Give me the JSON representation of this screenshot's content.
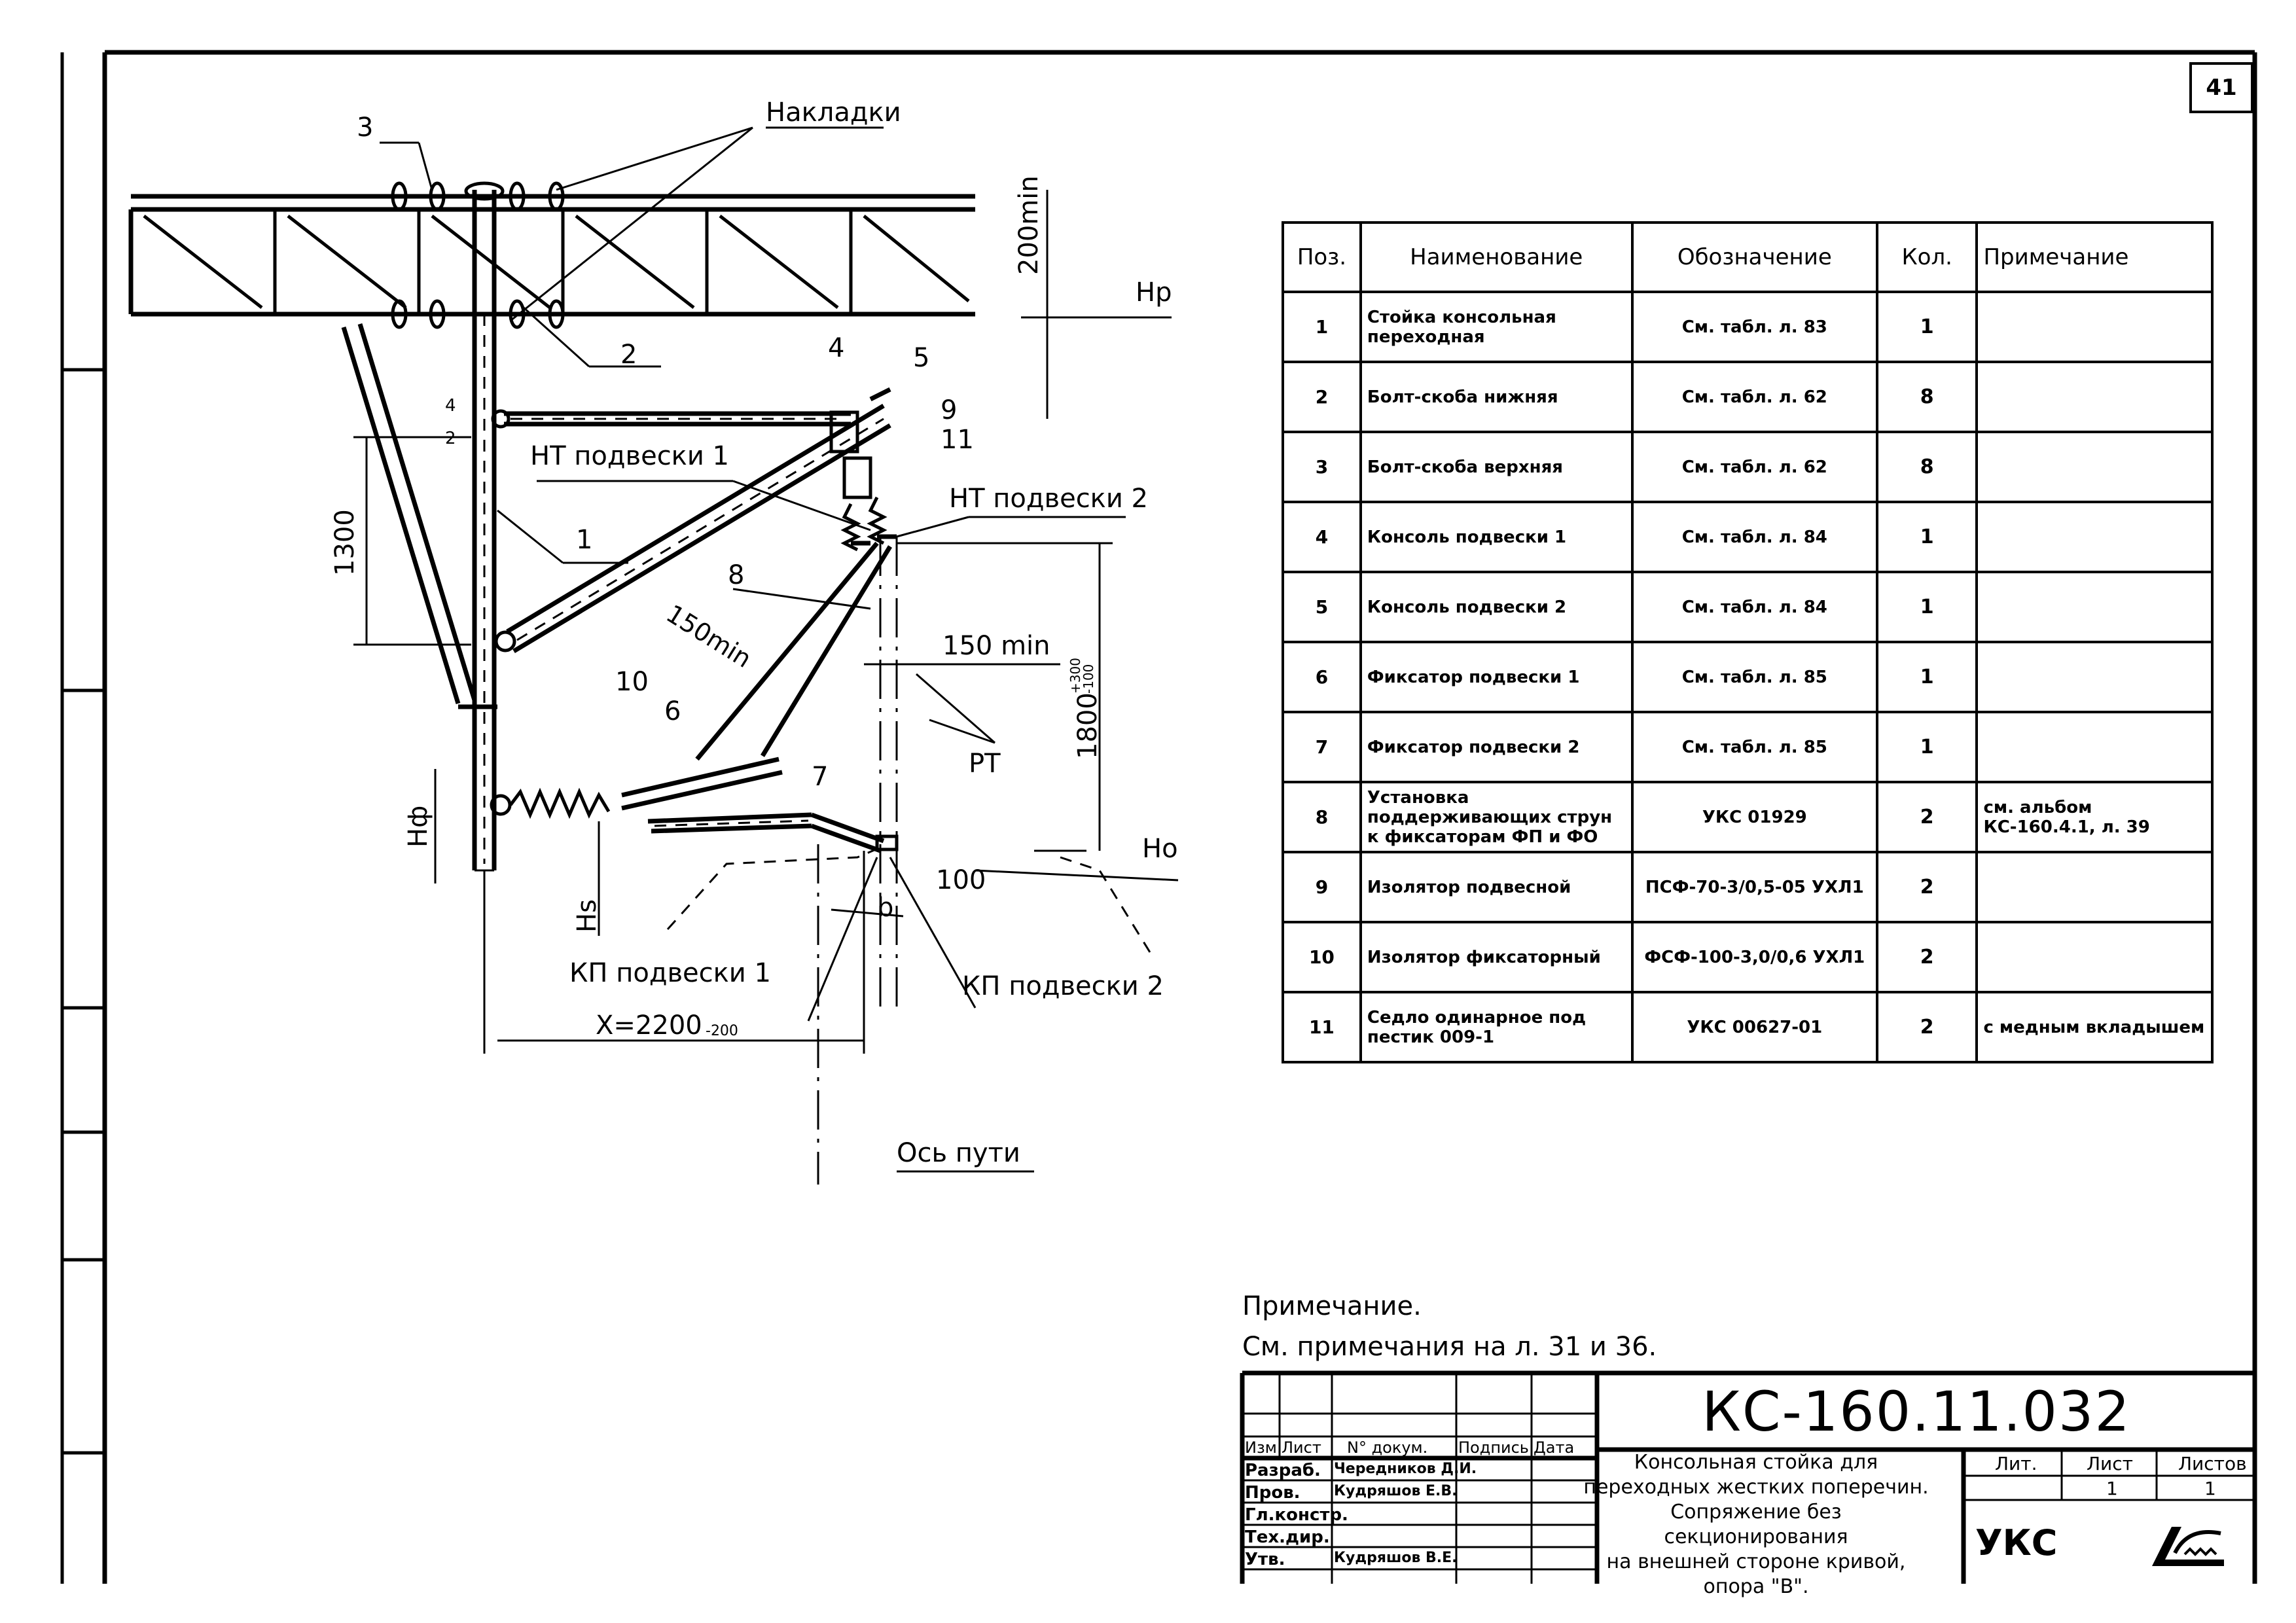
{
  "sheet_number": "41",
  "drawing_labels": {
    "nakladki": "Накладки",
    "hp": "Hp",
    "ho": "Ho",
    "hf": "Hф",
    "hs": "Hs",
    "nt1": "НТ подвески 1",
    "nt2": "НТ подвески 2",
    "kp1": "КП подвески 1",
    "kp2": "КП подвески 2",
    "rt": "РТ",
    "axis": "Ось пути",
    "dim_200min": "200min",
    "dim_1300": "1300",
    "dim_150min_diag": "150min",
    "dim_150min": "150 min",
    "dim_1800": "1800",
    "dim_1800_tol_up": "+300",
    "dim_1800_tol_dn": "-100",
    "dim_100": "100",
    "dim_b": "b",
    "dim_x": "X=2200",
    "dim_x_tol": "-200",
    "p1": "1",
    "p2": "2",
    "p3": "3",
    "p4": "4",
    "p5": "5",
    "p6": "6",
    "p7": "7",
    "p8": "8",
    "p9": "9",
    "p10": "10",
    "p11": "11",
    "mark4": "4",
    "mark2": "2"
  },
  "spec_table": {
    "headers": [
      "Поз.",
      "Наименование",
      "Обозначение",
      "Кол.",
      "Примечание"
    ],
    "rows": [
      {
        "pos": "1",
        "name": "Стойка консольная переходная",
        "designation": "См. табл. л. 83",
        "qty": "1",
        "note": ""
      },
      {
        "pos": "2",
        "name": "Болт-скоба нижняя",
        "designation": "См. табл. л. 62",
        "qty": "8",
        "note": ""
      },
      {
        "pos": "3",
        "name": "Болт-скоба верхняя",
        "designation": "См. табл. л. 62",
        "qty": "8",
        "note": ""
      },
      {
        "pos": "4",
        "name": "Консоль подвески 1",
        "designation": "См. табл. л. 84",
        "qty": "1",
        "note": ""
      },
      {
        "pos": "5",
        "name": "Консоль подвески 2",
        "designation": "См. табл. л. 84",
        "qty": "1",
        "note": ""
      },
      {
        "pos": "6",
        "name": "Фиксатор подвески 1",
        "designation": "См. табл. л. 85",
        "qty": "1",
        "note": ""
      },
      {
        "pos": "7",
        "name": "Фиксатор подвески 2",
        "designation": "См. табл. л. 85",
        "qty": "1",
        "note": ""
      },
      {
        "pos": "8",
        "name": "Установка поддерживающих струн к фиксаторам ФП и ФО",
        "designation": "УКС 01929",
        "qty": "2",
        "note": "см. альбом КС-160.4.1, л. 39"
      },
      {
        "pos": "9",
        "name": "Изолятор подвесной",
        "designation": "ПСФ-70-3/0,5-05 УХЛ1",
        "qty": "2",
        "note": ""
      },
      {
        "pos": "10",
        "name": "Изолятор фиксаторный",
        "designation": "ФСФ-100-3,0/0,6 УХЛ1",
        "qty": "2",
        "note": ""
      },
      {
        "pos": "11",
        "name": "Седло одинарное под пестик 009-1",
        "designation": "УКС 00627-01",
        "qty": "2",
        "note": "с медным вкладышем"
      }
    ]
  },
  "notes": {
    "title": "Примечание.",
    "text": "См. примечания на л. 31 и 36."
  },
  "title_block": {
    "code": "КС-160.11.032",
    "description": [
      "Консольная стойка для",
      "переходных жестких поперечин.",
      "Сопряжение без секционирования",
      "на внешней стороне кривой,",
      "опора \"В\"."
    ],
    "col_headers": [
      "Изм.",
      "Лист",
      "N° докум.",
      "Подпись",
      "Дата"
    ],
    "roles": [
      {
        "role": "Разраб.",
        "name": "Чередников Д.И."
      },
      {
        "role": "Пров.",
        "name": "Кудряшов Е.В."
      },
      {
        "role": "Гл.констр.",
        "name": ""
      },
      {
        "role": "Тех.дир.",
        "name": ""
      },
      {
        "role": "Утв.",
        "name": "Кудряшов В.Е."
      }
    ],
    "stage_headers": [
      "Лит.",
      "Лист",
      "Листов"
    ],
    "sheet": "1",
    "sheets": "1",
    "org": "УКС"
  }
}
